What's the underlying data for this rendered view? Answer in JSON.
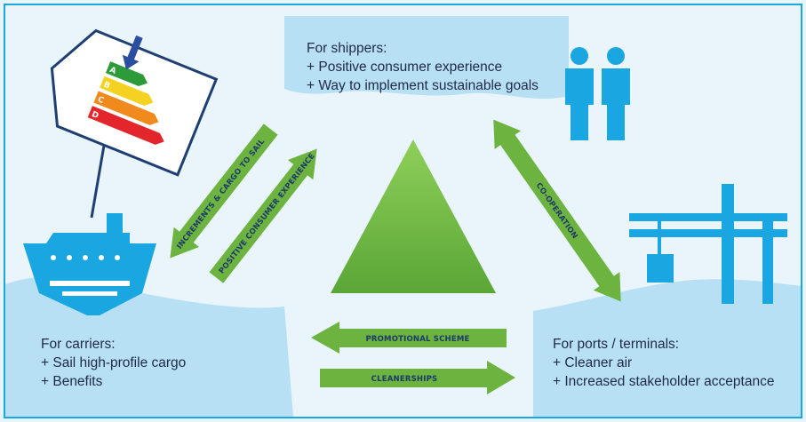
{
  "colors": {
    "background": "#e9f5fb",
    "frame": "#1aa6e0",
    "shape_fill": "#b7e0f4",
    "icon_blue": "#1aa6e0",
    "arrow_green": "#6db33f",
    "arrow_green_dark": "#4e9a2a",
    "triangle_green": "#76bd45",
    "label_text": "#1b3a6b"
  },
  "shippers": {
    "title": "For shippers:",
    "lines": [
      "+ Positive consumer experience",
      "+ Way to implement sustainable goals"
    ]
  },
  "carriers": {
    "title": "For carriers:",
    "lines": [
      "+ Sail high-profile cargo",
      "+ Benefits"
    ]
  },
  "ports": {
    "title": "For ports / terminals:",
    "lines": [
      "+ Cleaner air",
      "+ Increased stakeholder acceptance"
    ]
  },
  "arrows": {
    "to_carrier": "INCREMENTS & CARGO TO SAIL",
    "to_shipper": "POSITIVE CONSUMER EXPERIENCE",
    "shipper_port": "CO-OPERATION",
    "port_to_carrier": "PROMOTIONAL SCHEME",
    "carrier_to_port": "CLEANERSHIPS"
  },
  "energy_label": {
    "letters": [
      "A",
      "B",
      "C",
      "D"
    ],
    "colors": [
      "#2e9b3a",
      "#f4d21f",
      "#f08a1c",
      "#e3262c"
    ]
  },
  "icons": [
    "people-icon",
    "ship-icon",
    "crane-icon",
    "energy-label-tag-icon"
  ]
}
